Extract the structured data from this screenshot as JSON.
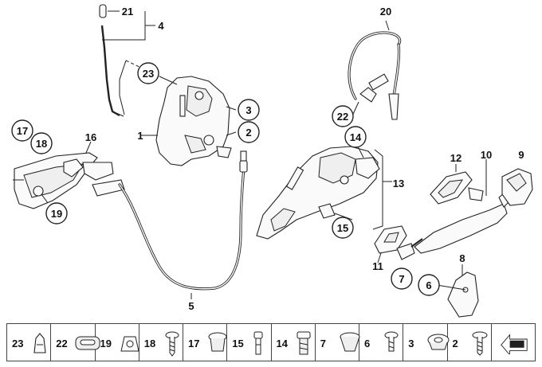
{
  "callouts": [
    {
      "id": "c21",
      "text": "21",
      "circled": false
    },
    {
      "id": "c4",
      "text": "4",
      "circled": false
    },
    {
      "id": "c23",
      "text": "23",
      "circled": true
    },
    {
      "id": "c3",
      "text": "3",
      "circled": true
    },
    {
      "id": "c2",
      "text": "2",
      "circled": true
    },
    {
      "id": "c1",
      "text": "1",
      "circled": false
    },
    {
      "id": "c17",
      "text": "17",
      "circled": true
    },
    {
      "id": "c18",
      "text": "18",
      "circled": true
    },
    {
      "id": "c16",
      "text": "16",
      "circled": false
    },
    {
      "id": "c19",
      "text": "19",
      "circled": true
    },
    {
      "id": "c5",
      "text": "5",
      "circled": false
    },
    {
      "id": "c20",
      "text": "20",
      "circled": false
    },
    {
      "id": "c22",
      "text": "22",
      "circled": true
    },
    {
      "id": "c14",
      "text": "14",
      "circled": true
    },
    {
      "id": "c13",
      "text": "13",
      "circled": false
    },
    {
      "id": "c15",
      "text": "15",
      "circled": true
    },
    {
      "id": "c12",
      "text": "12",
      "circled": false
    },
    {
      "id": "c10",
      "text": "10",
      "circled": false
    },
    {
      "id": "c9",
      "text": "9",
      "circled": false
    },
    {
      "id": "c11",
      "text": "11",
      "circled": false
    },
    {
      "id": "c7",
      "text": "7",
      "circled": true
    },
    {
      "id": "c8",
      "text": "8",
      "circled": false
    },
    {
      "id": "c6",
      "text": "6",
      "circled": true
    }
  ],
  "legend": [
    "23",
    "22",
    "19",
    "18",
    "17",
    "15",
    "14",
    "7",
    "6",
    "3",
    "2"
  ],
  "icons": [
    "clip-icon",
    "grommet-icon",
    "nut-clip-icon",
    "screw-icon",
    "plug-icon",
    "pin-icon",
    "bolt-icon",
    "cap-icon",
    "screw-icon",
    "grommet-icon",
    "screw-icon",
    "arrow-icon"
  ],
  "colors": {
    "line": "#222222",
    "fill": "#fafafa",
    "shade": "#efefef",
    "background": "#ffffff"
  }
}
